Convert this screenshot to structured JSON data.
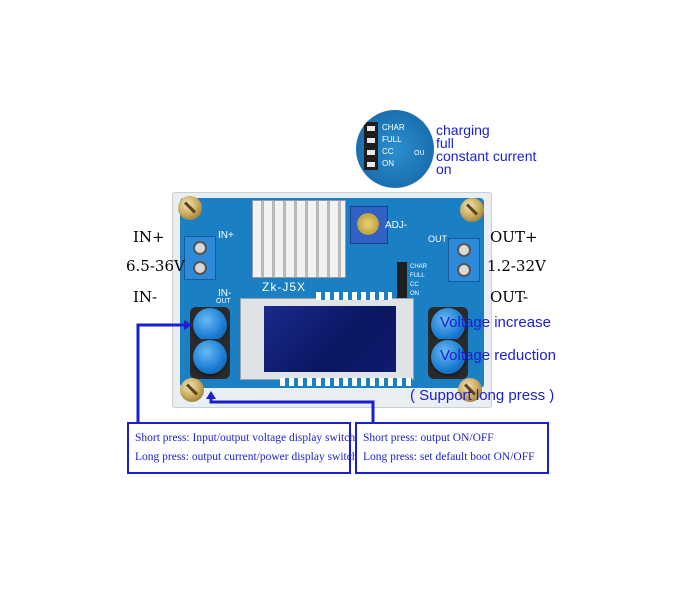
{
  "zoom_labels": [
    "CHAR",
    "FULL",
    "CC",
    "ON"
  ],
  "zoom_captions": [
    "charging",
    "full",
    "constant current",
    "on"
  ],
  "board": {
    "model_text": "Zk-J5X",
    "in_plus_silk": "IN+",
    "in_minus_silk": "IN-",
    "out_silk": "OUT",
    "out_ou_silk": "OU",
    "adj_silk": "ADJ-",
    "out_small_silk": "OUT",
    "dip_labels": [
      "CHAR",
      "FULL",
      "CC",
      "ON"
    ]
  },
  "left_labels": {
    "in_plus": "IN+",
    "voltage_range": "6.5-36V",
    "in_minus": "IN-"
  },
  "right_labels": {
    "out_plus": "OUT+",
    "voltage_range": "1.2-32V",
    "out_minus": "OUT-"
  },
  "button_labels": {
    "increase": "Voltage increase",
    "reduction": "Voltage reduction",
    "long_press": "( Support long press )"
  },
  "left_note": {
    "line1": "Short press: Input/output voltage display switch",
    "line2": "Long press: output current/power display switch"
  },
  "right_note": {
    "line1": "Short press: output ON/OFF",
    "line2": "Long press: set default boot ON/OFF"
  },
  "colors": {
    "annotation_blue": "#1a1fd0",
    "pcb_blue": "#1b7fc4",
    "button_blue": "#1d80d6"
  }
}
